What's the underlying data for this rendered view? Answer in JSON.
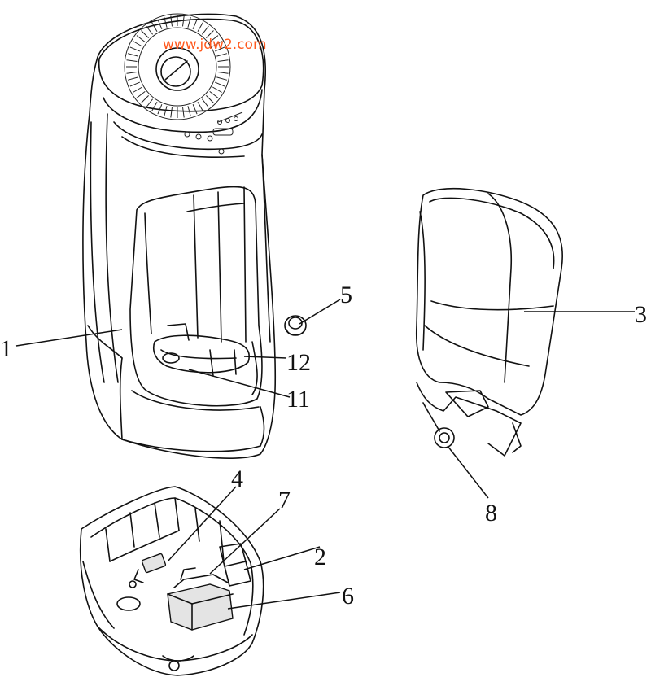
{
  "watermark": "www.jdw2.com",
  "labels": {
    "l1": "1",
    "l2": "2",
    "l3": "3",
    "l4": "4",
    "l5": "5",
    "l6": "6",
    "l7": "7",
    "l8": "8",
    "l11": "11",
    "l12": "12"
  },
  "colors": {
    "line": "#111111",
    "watermark": "#ff5a1f",
    "background": "#ffffff"
  }
}
